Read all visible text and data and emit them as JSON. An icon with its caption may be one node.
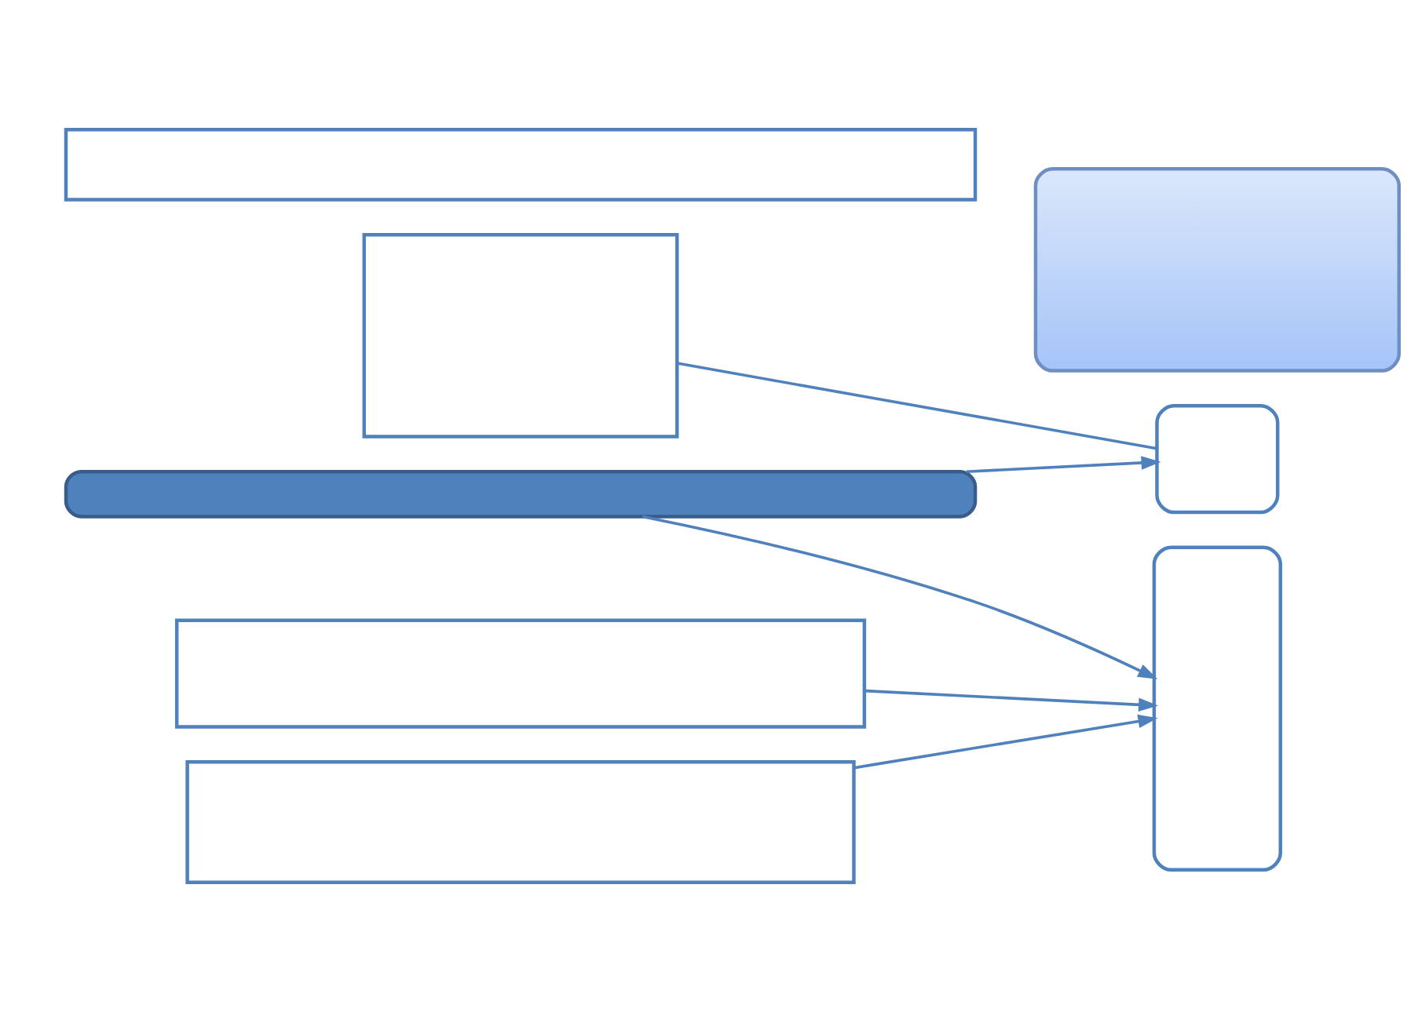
{
  "diagram": {
    "nodes": [
      {
        "text": [],
        "shape": "box"
      },
      {
        "text": [],
        "shape": "bar"
      },
      {
        "text": [],
        "shape": "box"
      },
      {
        "text": [],
        "shape": "box"
      },
      {
        "text": [],
        "shape": "box"
      },
      {
        "text": [],
        "shape": "box"
      },
      {
        "text": [],
        "shape": "box"
      },
      {
        "text": [],
        "shape": "box"
      }
    ],
    "edges": [
      {
        "from": 1,
        "to": 2,
        "arrow": "to"
      },
      {
        "from": 1,
        "to": 5,
        "arrow": "to"
      },
      {
        "from": 3,
        "to": 2,
        "arrow": "none"
      },
      {
        "from": 6,
        "to": 5,
        "arrow": "to"
      },
      {
        "from": 7,
        "to": 5,
        "arrow": "to"
      }
    ]
  }
}
